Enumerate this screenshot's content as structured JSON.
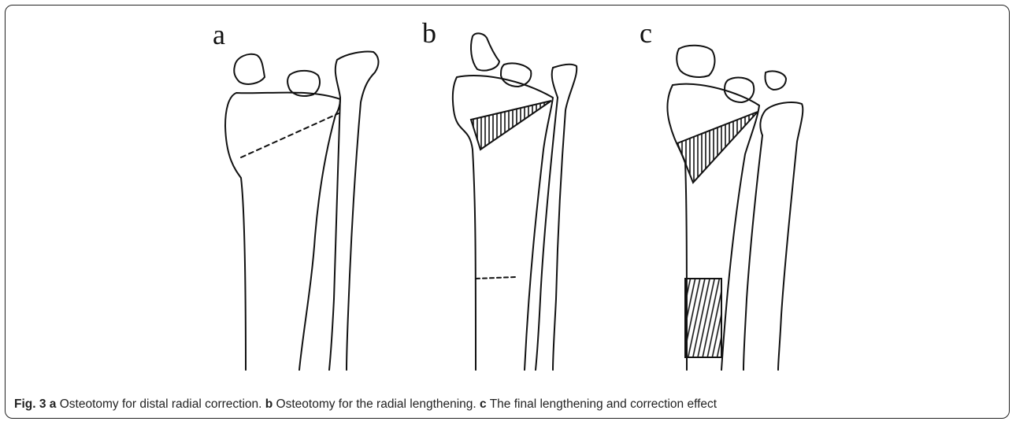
{
  "figure": {
    "panel_labels": [
      "a",
      "b",
      "c"
    ],
    "caption": {
      "label": "Fig. 3",
      "parts": [
        {
          "letter": "a",
          "text": "Osteotomy for distal radial correction."
        },
        {
          "letter": "b",
          "text": "Osteotomy for the radial lengthening."
        },
        {
          "letter": "c",
          "text": "The final lengthening and correction effect"
        }
      ]
    }
  }
}
